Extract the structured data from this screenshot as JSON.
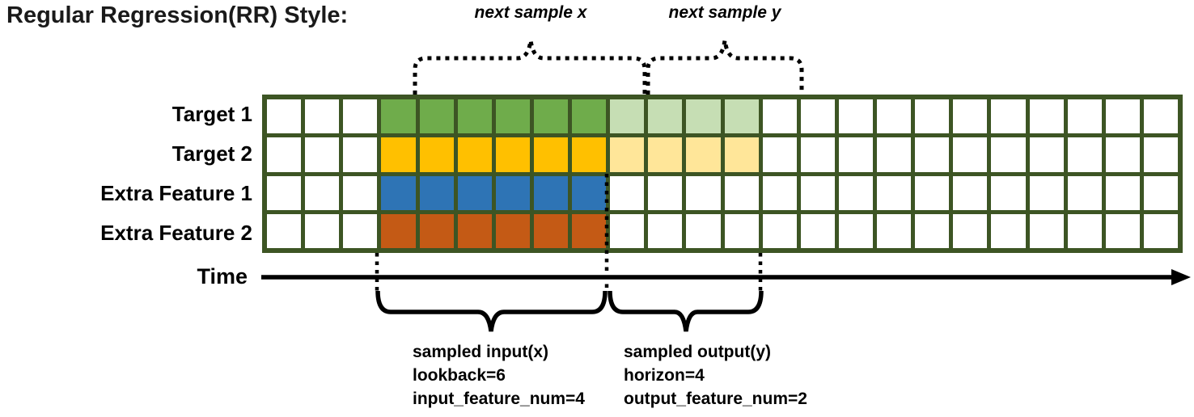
{
  "title": "Regular Regression(RR) Style:",
  "palette": {
    "white": "#ffffff",
    "dark_green": "#6fac4b",
    "light_green": "#c6deb4",
    "yellow": "#ffc000",
    "light_yellow": "#ffe699",
    "blue": "#2e74b5",
    "orange": "#c45a15",
    "grid_border": "#3d5524",
    "annotation": "#000000"
  },
  "grid": {
    "columns": 24,
    "rows": [
      {
        "label": "Target 1",
        "segments": [
          {
            "count": 3,
            "color": "white"
          },
          {
            "count": 6,
            "color": "dark_green"
          },
          {
            "count": 4,
            "color": "light_green"
          },
          {
            "count": 11,
            "color": "white"
          }
        ]
      },
      {
        "label": "Target 2",
        "segments": [
          {
            "count": 3,
            "color": "white"
          },
          {
            "count": 6,
            "color": "yellow"
          },
          {
            "count": 4,
            "color": "light_yellow"
          },
          {
            "count": 11,
            "color": "white"
          }
        ]
      },
      {
        "label": "Extra Feature 1",
        "segments": [
          {
            "count": 3,
            "color": "white"
          },
          {
            "count": 6,
            "color": "blue"
          },
          {
            "count": 15,
            "color": "white"
          }
        ]
      },
      {
        "label": "Extra Feature 2",
        "segments": [
          {
            "count": 3,
            "color": "white"
          },
          {
            "count": 6,
            "color": "orange"
          },
          {
            "count": 15,
            "color": "white"
          }
        ]
      }
    ]
  },
  "annotations": {
    "next_sample_x": "next sample x",
    "next_sample_y": "next sample y",
    "time_label": "Time",
    "sampled_input": {
      "title": "sampled input(x)",
      "lookback": "lookback=6",
      "feature_num": "input_feature_num=4"
    },
    "sampled_output": {
      "title": "sampled output(y)",
      "horizon": "horizon=4",
      "feature_num": "output_feature_num=2"
    }
  }
}
